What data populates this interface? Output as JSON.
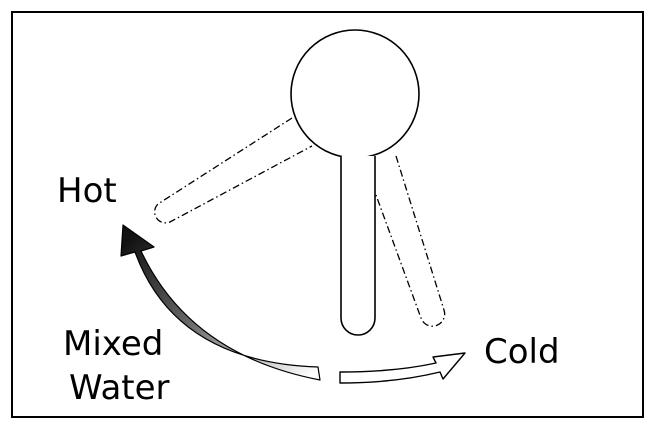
{
  "labels": {
    "hot": "Hot",
    "mixed_line1": "Mixed",
    "mixed_line2": "Water",
    "cold": "Cold"
  },
  "colors": {
    "outline": "#000000",
    "background": "#ffffff",
    "gradient_dark": "#111111",
    "gradient_light": "#ffffff"
  }
}
